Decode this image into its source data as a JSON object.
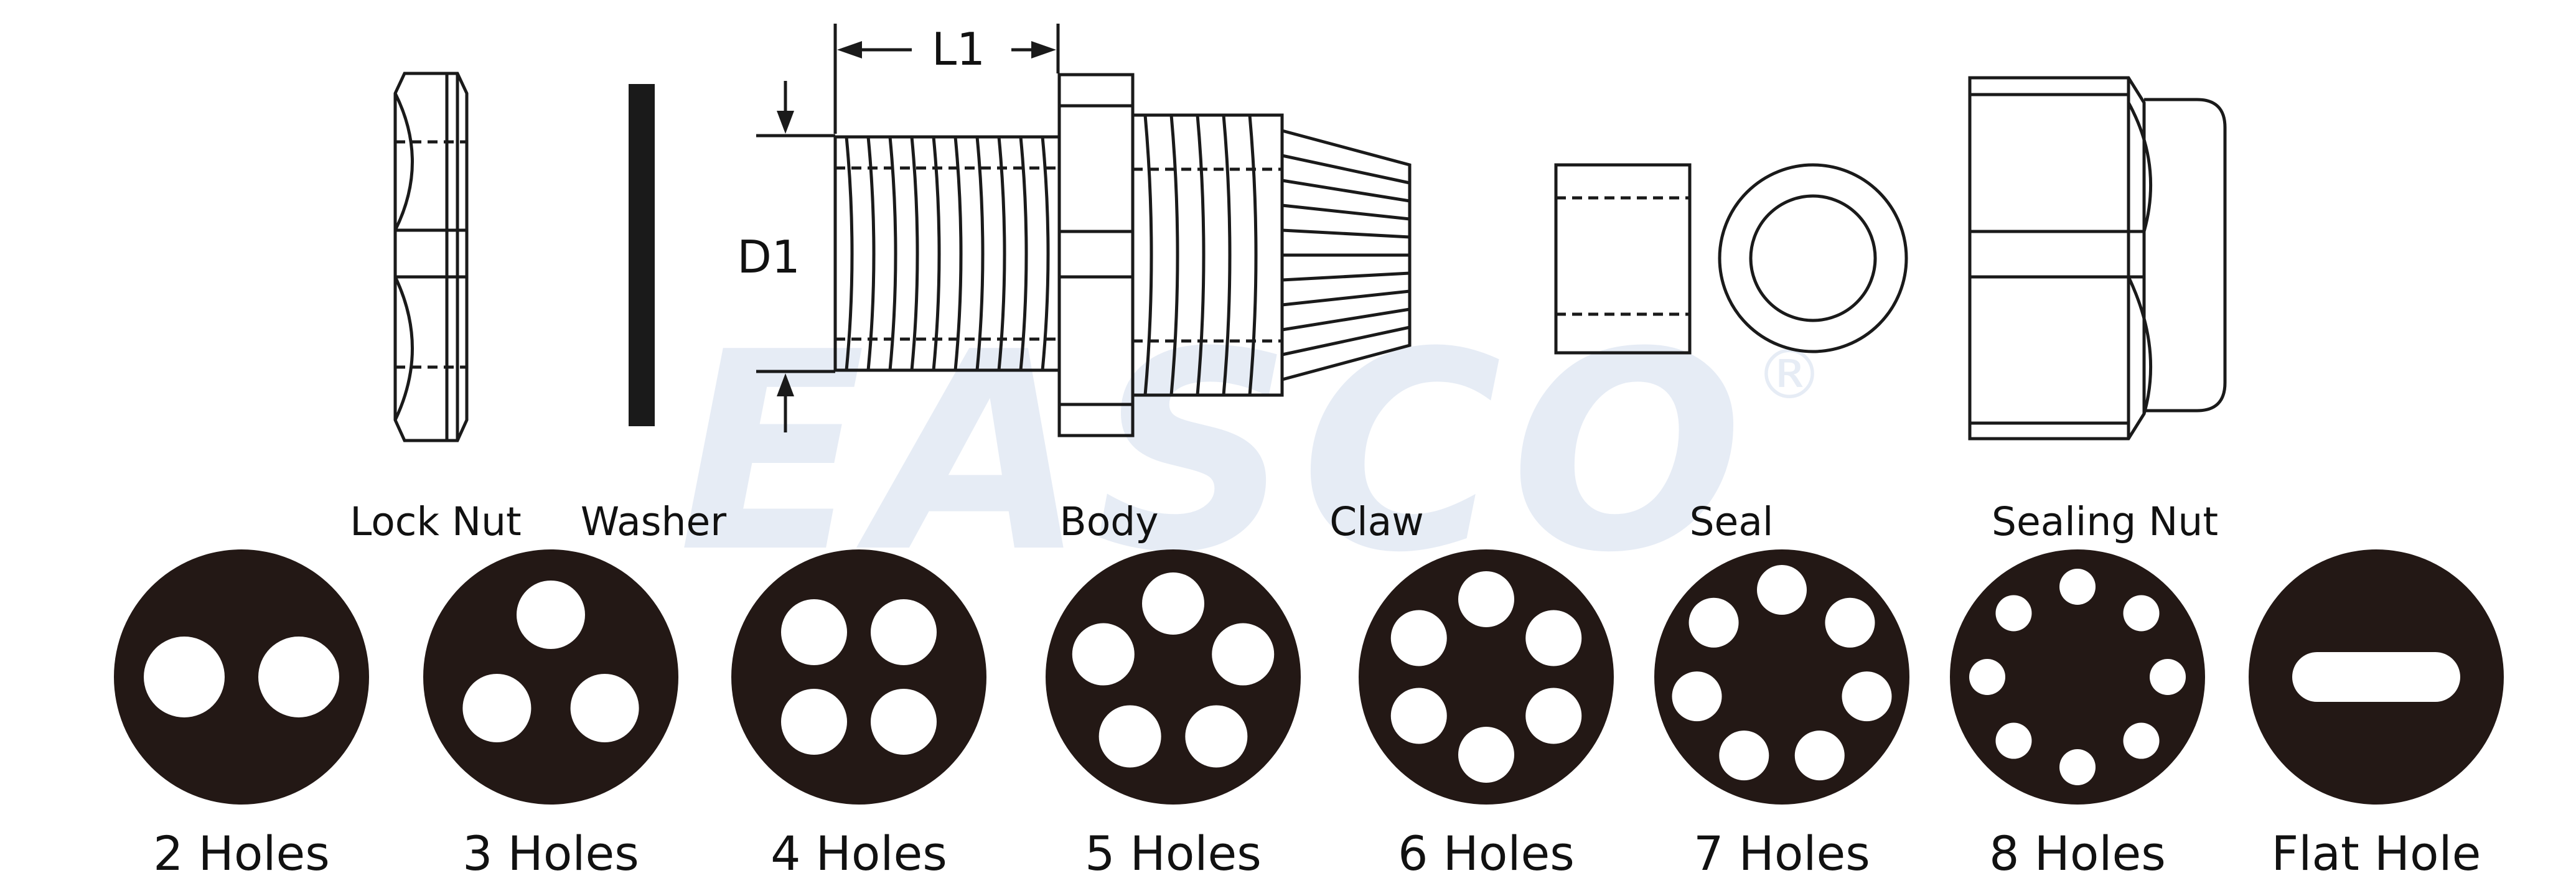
{
  "watermark": {
    "text": "EASCO",
    "registered": "®",
    "color": "#e6ecf5"
  },
  "dimensions": {
    "length": "L1",
    "diameter": "D1"
  },
  "parts": [
    {
      "id": "lock-nut",
      "label": "Lock Nut"
    },
    {
      "id": "washer",
      "label": "Washer"
    },
    {
      "id": "body",
      "label": "Body"
    },
    {
      "id": "claw",
      "label": "Claw"
    },
    {
      "id": "seal",
      "label": "Seal"
    },
    {
      "id": "sealing-nut",
      "label": "Sealing Nut"
    }
  ],
  "hole_options": [
    {
      "label": "2 Holes",
      "holes": 2
    },
    {
      "label": "3 Holes",
      "holes": 3
    },
    {
      "label": "4 Holes",
      "holes": 4
    },
    {
      "label": "5 Holes",
      "holes": 5
    },
    {
      "label": "6 Holes",
      "holes": 6
    },
    {
      "label": "7 Holes",
      "holes": 7
    },
    {
      "label": "8 Holes",
      "holes": 8
    },
    {
      "label": "Flat Hole",
      "holes": 0
    }
  ],
  "colors": {
    "line": "#1a1a1a",
    "disc": "#231815",
    "hole": "#ffffff"
  }
}
